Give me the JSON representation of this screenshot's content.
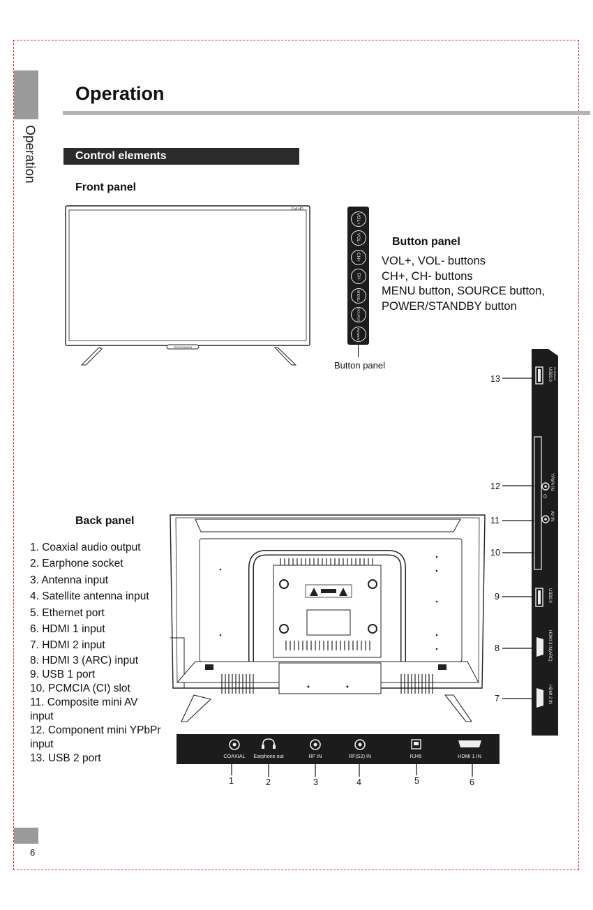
{
  "page": {
    "side_label": "Operation",
    "title": "Operation",
    "section": "Control elements",
    "page_number": "6"
  },
  "front": {
    "heading": "Front panel",
    "tv_badge": "Full HD",
    "tv_logo": "TELEFUNKEN"
  },
  "button_panel": {
    "heading": "Button panel",
    "caption": "Button panel",
    "lines": [
      "VOL+, VOL- buttons",
      "CH+, CH- buttons",
      "MENU button, SOURCE button,",
      "POWER/STANDBY button"
    ],
    "buttons": [
      "VOL+",
      "VOL-",
      "CH+",
      "CH-",
      "MENU",
      "SOURCE",
      "POWER"
    ]
  },
  "back": {
    "heading": "Back panel",
    "items": [
      "1. Coaxial audio output",
      "2. Earphone socket",
      "3. Antenna input",
      "4. Satellite antenna input",
      "5. Ethernet port",
      "6. HDMI 1 input",
      "7. HDMI 2 input",
      "8. HDMI 3 (ARC) input",
      "9. USB 1 port",
      "10. PCMCIA (CI) slot",
      "11. Composite mini AV",
      "input",
      "12. Component mini YPbPr",
      "input",
      "13. USB 2 port"
    ]
  },
  "bottom_ports": {
    "labels": [
      "COAXIAL",
      "Earphone out",
      "RF IN",
      "RF(S2) IN",
      "RJ45",
      "HDMI 1 IN"
    ],
    "numbers": [
      "1",
      "2",
      "3",
      "4",
      "5",
      "6"
    ]
  },
  "side_ports": {
    "numbers": [
      "13",
      "12",
      "11",
      "10",
      "9",
      "8",
      "7"
    ],
    "labels": [
      "USB2.0",
      "5V 500mA",
      "YPbPr IN",
      "CI",
      "AV IN",
      "USB2.0",
      "HDMI 3 IN(ARC)",
      "HDMI 2 IN"
    ]
  }
}
